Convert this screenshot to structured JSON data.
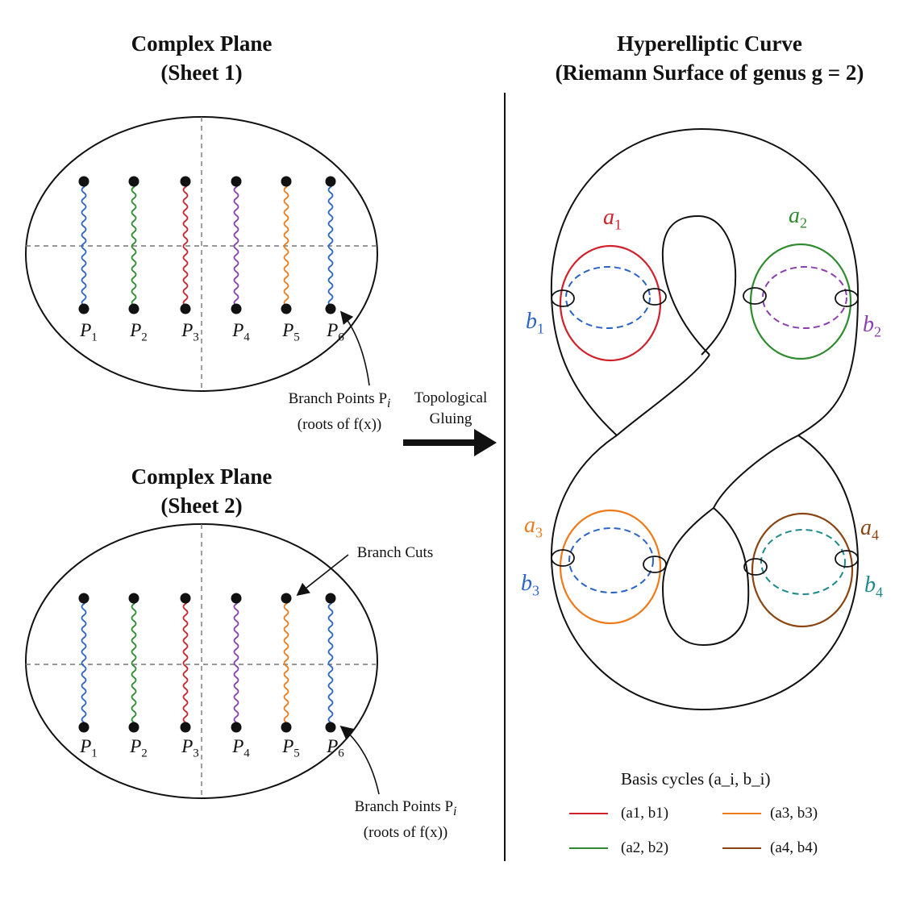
{
  "left_panel": {
    "sheet1": {
      "title_line1": "Complex Plane",
      "title_line2": "(Sheet 1)",
      "points": [
        {
          "name": "P",
          "sub": "1",
          "color": "#2a64c8"
        },
        {
          "name": "P",
          "sub": "2",
          "color": "#2e8b2e"
        },
        {
          "name": "P",
          "sub": "3",
          "color": "#d0202a"
        },
        {
          "name": "P",
          "sub": "4",
          "color": "#8a3fb0"
        },
        {
          "name": "P",
          "sub": "5",
          "color": "#ef7a1a"
        },
        {
          "name": "P",
          "sub": "6",
          "color": "#2a64c8"
        }
      ],
      "annotation_line1": "Branch Points P",
      "annotation_sub": "i",
      "annotation_line2": "(roots of f(x))"
    },
    "sheet2": {
      "title_line1": "Complex Plane",
      "title_line2": "(Sheet 2)",
      "points": [
        {
          "name": "P",
          "sub": "1",
          "color": "#2a64c8"
        },
        {
          "name": "P",
          "sub": "2",
          "color": "#2e8b2e"
        },
        {
          "name": "P",
          "sub": "3",
          "color": "#d0202a"
        },
        {
          "name": "P",
          "sub": "4",
          "color": "#8a3fb0"
        },
        {
          "name": "P",
          "sub": "5",
          "color": "#ef7a1a"
        },
        {
          "name": "P",
          "sub": "6",
          "color": "#2a64c8"
        }
      ],
      "branch_cuts_label": "Branch Cuts",
      "annotation_line1": "Branch Points P",
      "annotation_sub": "i",
      "annotation_line2": "(roots of f(x))"
    }
  },
  "gluing": {
    "line1": "Topological",
    "line2": "Gluing"
  },
  "right_panel": {
    "title_line1": "Hyperelliptic Curve",
    "title_line2": "(Riemann Surface of genus g = 2)",
    "cycles": {
      "a1": {
        "name": "a",
        "sub": "1",
        "color": "#d0202a"
      },
      "a2": {
        "name": "a",
        "sub": "2",
        "color": "#2e8b2e"
      },
      "a3": {
        "name": "a",
        "sub": "3",
        "color": "#ef7a1a"
      },
      "a4": {
        "name": "a",
        "sub": "4",
        "color": "#8b4513"
      },
      "b1": {
        "name": "b",
        "sub": "1",
        "color": "#2a64c8"
      },
      "b2": {
        "name": "b",
        "sub": "2",
        "color": "#8a3fb0"
      },
      "b3": {
        "name": "b",
        "sub": "3",
        "color": "#2a64c8"
      },
      "b4": {
        "name": "b",
        "sub": "4",
        "color": "#1f8a8a"
      }
    },
    "legend": {
      "title": "Basis cycles (a_i, b_i)",
      "items": [
        {
          "label": "(a1, b1)",
          "color": "#d0202a"
        },
        {
          "label": "(a3, b3)",
          "color": "#ef7a1a"
        },
        {
          "label": "(a2, b2)",
          "color": "#2e8b2e"
        },
        {
          "label": "(a4, b4)",
          "color": "#8b4513"
        }
      ]
    }
  }
}
